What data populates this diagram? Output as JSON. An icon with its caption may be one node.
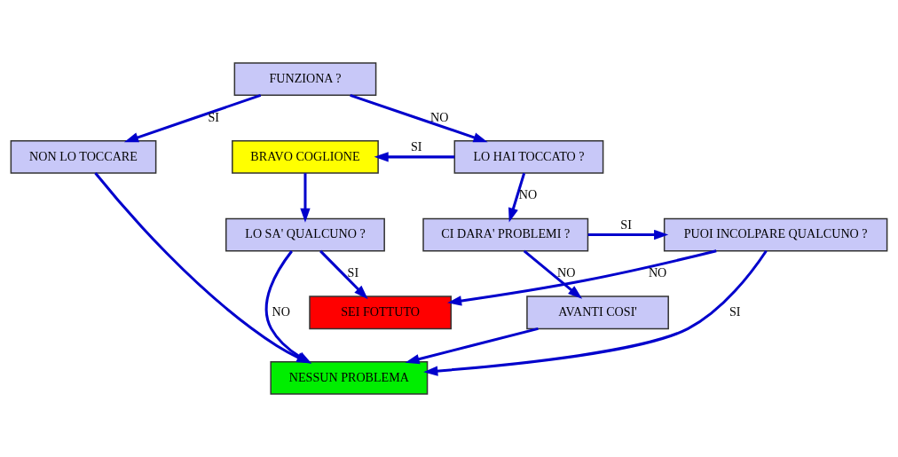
{
  "diagram": {
    "nodes": [
      {
        "text": [
          "FUNZIONA ?"
        ]
      },
      {
        "text": [
          "NON LO TOCCARE"
        ]
      },
      {
        "text": [
          "BRAVO COGLIONE"
        ]
      },
      {
        "text": [
          "LO HAI TOCCATO ?"
        ]
      },
      {
        "text": [
          "LO SA' QUALCUNO ?"
        ]
      },
      {
        "text": [
          "PUOI INCOLPARE QUALCUNO ?"
        ]
      },
      {
        "text": [
          "CI DARA' PROBLEMI ?"
        ]
      },
      {
        "text": [
          "SEI FOTTUTO"
        ]
      },
      {
        "text": [
          "AVANTI COSI'"
        ]
      },
      {
        "text": [
          "NESSUN PROBLEMA"
        ]
      }
    ],
    "edges": [
      {
        "from": 0,
        "to": 1,
        "arrow": "to",
        "label": "SI"
      },
      {
        "from": 0,
        "to": 3,
        "arrow": "to",
        "label": "NO"
      },
      {
        "from": 3,
        "to": 2,
        "arrow": "to",
        "label": "SI"
      },
      {
        "from": 3,
        "to": 6,
        "arrow": "to",
        "label": "NO"
      },
      {
        "from": 2,
        "to": 4,
        "arrow": "to"
      },
      {
        "from": 6,
        "to": 5,
        "arrow": "to",
        "label": "SI"
      },
      {
        "from": 6,
        "to": 8,
        "arrow": "to",
        "label": "NO"
      },
      {
        "from": 4,
        "to": 7,
        "arrow": "to",
        "label": "SI"
      },
      {
        "from": 4,
        "to": 9,
        "arrow": "to",
        "label": "NO"
      },
      {
        "from": 5,
        "to": 7,
        "arrow": "to",
        "label": "NO"
      },
      {
        "from": 5,
        "to": 9,
        "arrow": "to",
        "label": "SI"
      },
      {
        "from": 1,
        "to": 9,
        "arrow": "to"
      },
      {
        "from": 8,
        "to": 9,
        "arrow": "to"
      }
    ]
  }
}
